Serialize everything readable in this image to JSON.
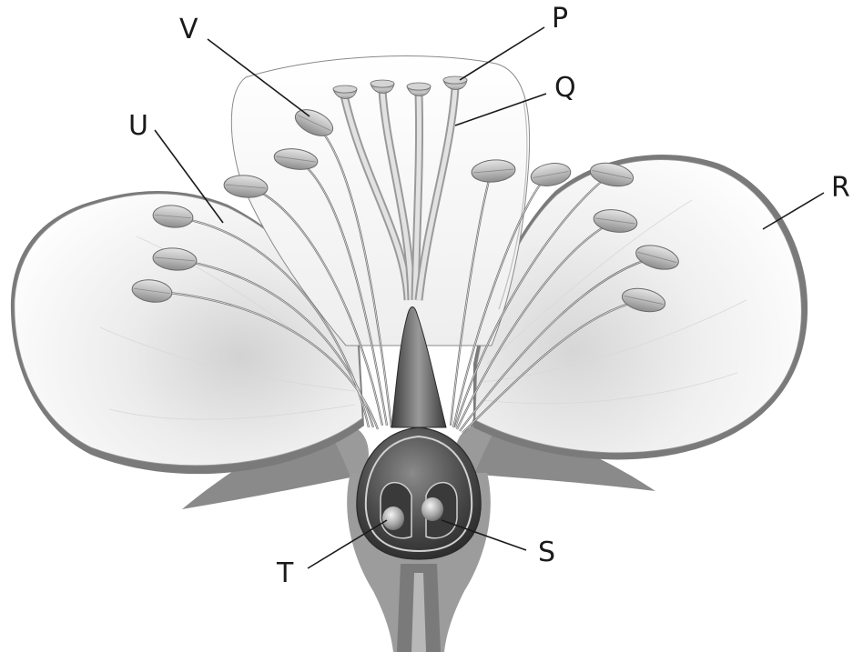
{
  "diagram": {
    "labels": {
      "P": "P",
      "Q": "Q",
      "R": "R",
      "S": "S",
      "T": "T",
      "U": "U",
      "V": "V"
    }
  }
}
